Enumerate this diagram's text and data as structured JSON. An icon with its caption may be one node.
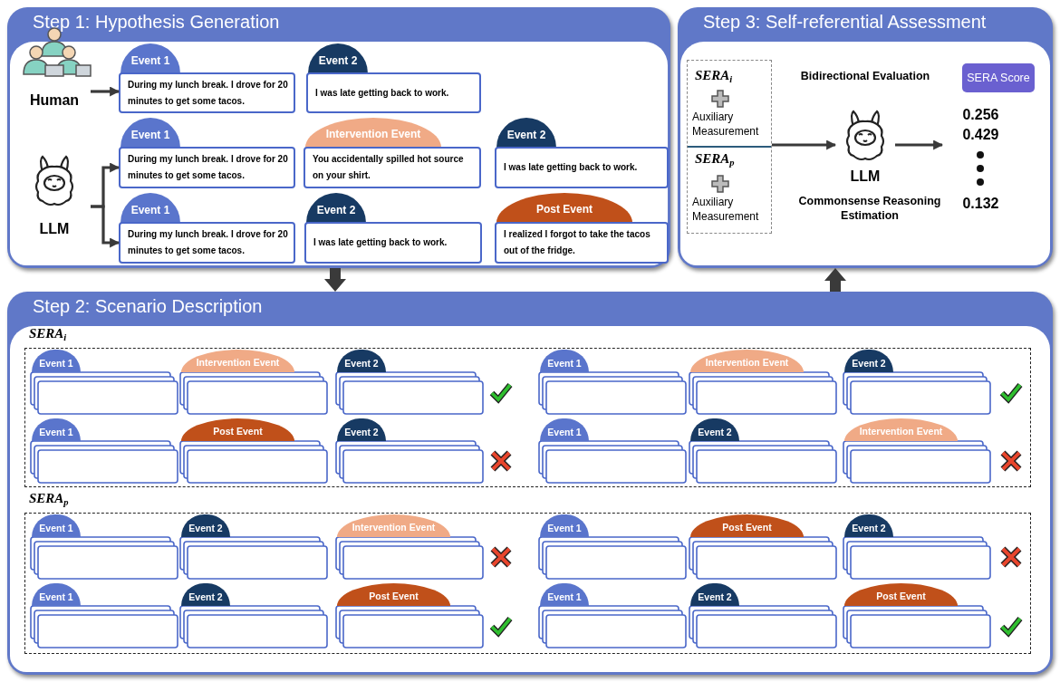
{
  "diagram": {
    "nodes": [
      {
        "text": [
          "Step 1: Hypothesis Generation"
        ]
      },
      {
        "text": [
          "Step 3: Self-referential Assessment"
        ]
      },
      {
        "text": [
          "Step 2: Scenario Description"
        ]
      },
      {
        "text": [
          "Human"
        ],
        "in": 0
      },
      {
        "text": [
          "LLM"
        ],
        "in": 0
      },
      {
        "text": [
          "Event 1",
          "During my lunch break. I drove for 20 minutes to get some tacos."
        ],
        "in": 0
      },
      {
        "text": [
          "Event 2",
          "I was late getting back to work."
        ],
        "in": 0
      },
      {
        "text": [
          "Event 1",
          "During my lunch break. I drove for 20 minutes to get some tacos."
        ],
        "in": 0
      },
      {
        "text": [
          "Intervention Event",
          "You accidentally spilled hot source on your shirt."
        ],
        "in": 0
      },
      {
        "text": [
          "Event 2",
          "I was late getting back to work."
        ],
        "in": 0
      },
      {
        "text": [
          "Event 1",
          "During my lunch break. I drove for 20 minutes to get some tacos."
        ],
        "in": 0
      },
      {
        "text": [
          "Event 2",
          "I was late getting back to work."
        ],
        "in": 0
      },
      {
        "text": [
          "Post Event",
          "I realized I forgot to take the tacos out of the fridge."
        ],
        "in": 0
      },
      {
        "text": [
          "SERA$_{i}$",
          "Auxiliary Measurement",
          "SERA$_{p}$",
          "Auxiliary Measurement"
        ],
        "in": 1
      },
      {
        "text": [
          "LLM"
        ],
        "in": 1
      },
      {
        "text": [
          "SERA Score"
        ],
        "in": 1
      },
      {
        "text": [
          "0.256",
          "0.429",
          "0.132"
        ],
        "in": 1
      },
      {
        "text": [
          "SERA$_{i}$"
        ],
        "in": 2
      },
      {
        "text": [
          "Event 1"
        ],
        "in": 17
      },
      {
        "text": [
          "Intervention Event"
        ],
        "in": 17
      },
      {
        "text": [
          "Event 2"
        ],
        "in": 17
      },
      {
        "text": [
          "Event 1"
        ],
        "in": 17
      },
      {
        "text": [
          "Intervention Event"
        ],
        "in": 17
      },
      {
        "text": [
          "Event 2"
        ],
        "in": 17
      },
      {
        "text": [
          "Event 1"
        ],
        "in": 17
      },
      {
        "text": [
          "Post Event"
        ],
        "in": 17
      },
      {
        "text": [
          "Event 2"
        ],
        "in": 17
      },
      {
        "text": [
          "Event 1"
        ],
        "in": 17
      },
      {
        "text": [
          "Event 2"
        ],
        "in": 17
      },
      {
        "text": [
          "Intervention Event"
        ],
        "in": 17
      },
      {
        "text": [
          "SERA$_{p}$"
        ],
        "in": 2
      },
      {
        "text": [
          "Event 1"
        ],
        "in": 30
      },
      {
        "text": [
          "Event 2"
        ],
        "in": 30
      },
      {
        "text": [
          "Intervention Event"
        ],
        "in": 30
      },
      {
        "text": [
          "Event 1"
        ],
        "in": 30
      },
      {
        "text": [
          "Post Event"
        ],
        "in": 30
      },
      {
        "text": [
          "Event 2"
        ],
        "in": 30
      },
      {
        "text": [
          "Event 1"
        ],
        "in": 30
      },
      {
        "text": [
          "Event 2"
        ],
        "in": 30
      },
      {
        "text": [
          "Post Event"
        ],
        "in": 30
      },
      {
        "text": [
          "Event 1"
        ],
        "in": 30
      },
      {
        "text": [
          "Event 2"
        ],
        "in": 30
      },
      {
        "text": [
          "Post Event"
        ],
        "in": 30
      }
    ],
    "edges": [
      {
        "from": 3,
        "to": 5,
        "arrow": "to"
      },
      {
        "from": 4,
        "to": 7,
        "arrow": "to"
      },
      {
        "from": 4,
        "to": 10,
        "arrow": "to"
      },
      {
        "from": 0,
        "to": 2,
        "arrow": "to",
        "style": "thick"
      },
      {
        "from": 2,
        "to": 1,
        "arrow": "to",
        "style": "thick"
      },
      {
        "from": 13,
        "to": 14,
        "arrow": "to"
      },
      {
        "from": 14,
        "to": 16,
        "arrow": "to"
      }
    ],
    "labels": [
      "Bidirectional Evaluation",
      "Commonsense Reasoning Estimation"
    ]
  }
}
